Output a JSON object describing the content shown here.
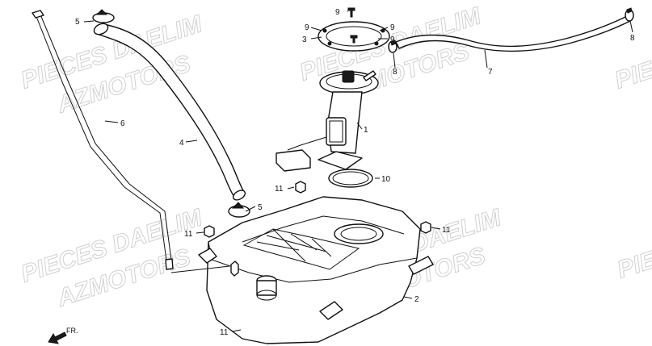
{
  "watermarks": {
    "pieces_daelim": "PIECES DAELIM",
    "azmotors": "AZMOTORS",
    "pieces_edge": "PIECES",
    "pie_edge": "PIE"
  },
  "callouts": {
    "c1": "1",
    "c2": "2",
    "c3": "3",
    "c4": "4",
    "c5a": "5",
    "c5b": "5",
    "c6": "6",
    "c7": "7",
    "c8a": "8",
    "c8b": "8",
    "c9a": "9",
    "c9b": "9",
    "c9c": "9",
    "c9d": "9",
    "c10": "10",
    "c11a": "11",
    "c11b": "11",
    "c11c": "11",
    "c11d": "11"
  },
  "direction_label": "FR."
}
